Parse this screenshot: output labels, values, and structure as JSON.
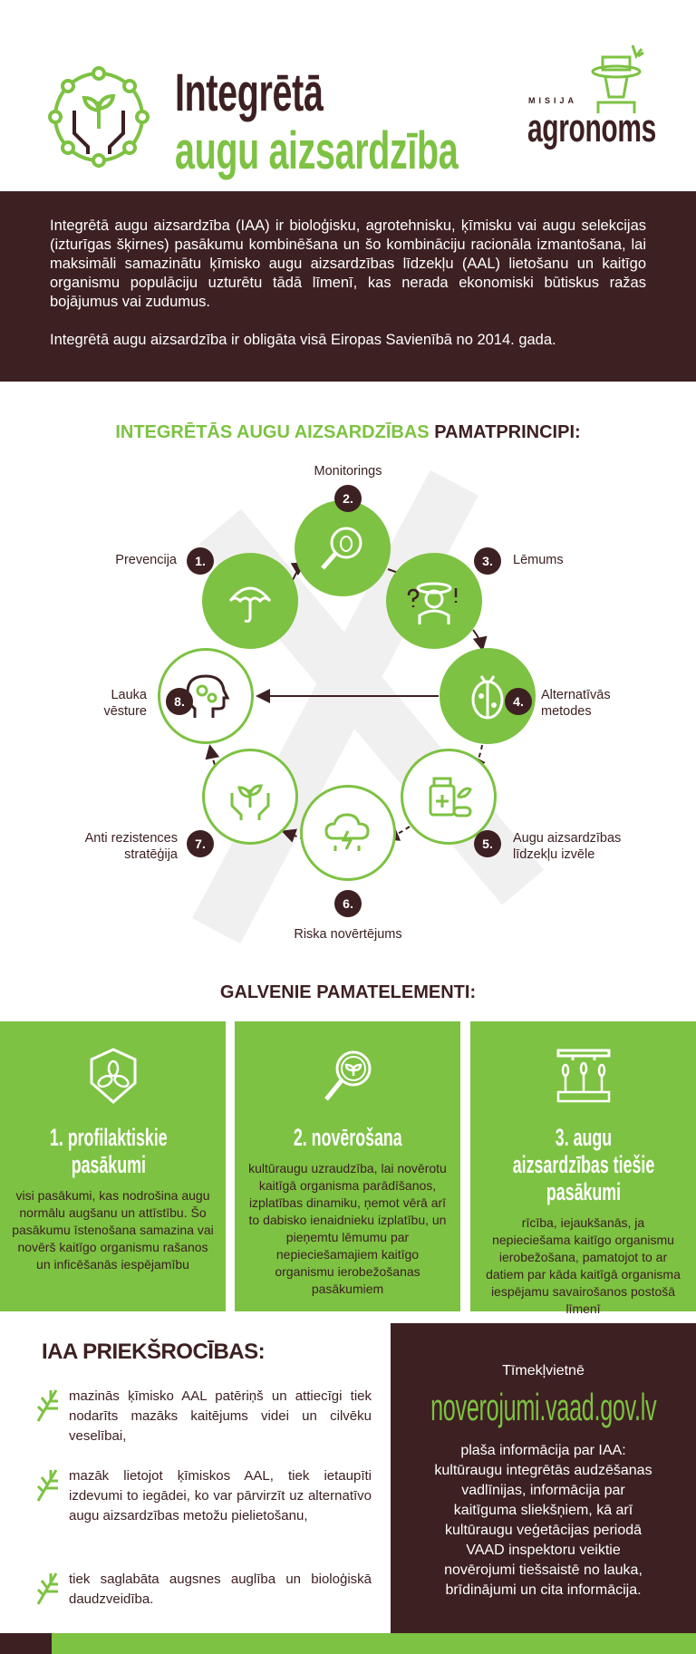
{
  "header": {
    "title_line1": "Integrētā",
    "title_line2": "augu aizsardzība",
    "logo_small": "MISIJA",
    "logo_big": "agronoms"
  },
  "intro": {
    "p1": "Integrētā augu aizsardzība (IAA) ir bioloģisku, agrotehnisku, ķīmisku vai augu selekcijas (izturīgas šķirnes) pasākumu kombinēšana un šo kombināciju racionāla izmantošana, lai maksimāli samazinātu ķīmisko augu aizsardzības līdzekļu (AAL) lietošanu un kaitīgo organismu populāciju uzturētu tādā līmenī, kas nerada ekonomiski būtiskus ražas bojājumus vai zudumus.",
    "p2": "Integrētā augu aizsardzība ir obligāta visā Eiropas Savienībā no 2014. gada."
  },
  "principles": {
    "title_green": "INTEGRĒTĀS AUGU AIZSARDZĪBAS",
    "title_dark": "PAMATPRINCIPI:",
    "items": [
      {
        "num": "1.",
        "label": "Prevencija",
        "icon": "umbrella-icon"
      },
      {
        "num": "2.",
        "label": "Monitorings",
        "icon": "magnifier-bug-icon"
      },
      {
        "num": "3.",
        "label": "Lēmums",
        "icon": "farmer-icon"
      },
      {
        "num": "4.",
        "label": "Alternatīvās metodes",
        "icon": "ladybug-icon"
      },
      {
        "num": "5.",
        "label": "Augu aizsardzības līdzekļu izvēle",
        "icon": "medicine-icon"
      },
      {
        "num": "6.",
        "label": "Riska novērtējums",
        "icon": "storm-cloud-icon"
      },
      {
        "num": "7.",
        "label": "Anti rezistences stratēģija",
        "icon": "hands-plant-icon"
      },
      {
        "num": "8.",
        "label": "Lauka vēsture",
        "icon": "head-gears-icon"
      }
    ]
  },
  "elements": {
    "title": "GALVENIE PAMATELEMENTI:",
    "items": [
      {
        "title": "1. profilaktiskie pasākumi",
        "text": "visi pasākumi, kas nodrošina augu normālu augšanu un attīstību. Šo pasākumu īstenošana samazina vai novērš kaitīgo organismu rašanos un inficēšanās iespējamību",
        "icon": "shield-leaves-icon"
      },
      {
        "title": "2. novērošana",
        "text": "kultūraugu uzraudzība, lai novērotu kaitīgā organisma parādīšanos, izplatības dinamiku, ņemot vērā arī to dabisko ienaidnieku izplatību, un pieņemtu lēmumu par nepieciešamajiem kaitīgo organismu ierobežošanas pasākumiem",
        "icon": "magnifier-leaf-icon"
      },
      {
        "title": "3. augu aizsardzības tiešie pasākumi",
        "text": "rīcība, iejaukšanās, ja nepieciešama kaitīgo organismu ierobežošana, pamatojot to ar datiem par kāda kaitīgā organisma iespējamu savairošanos postošā līmenī",
        "icon": "sprinkler-plants-icon"
      }
    ]
  },
  "advantages": {
    "title": "IAA PRIEKŠROCĪBAS:",
    "items": [
      "mazinās ķīmisko AAL patēriņš un attiecīgi tiek nodarīts mazāks kaitējums videi un cilvēku veselībai,",
      "mazāk lietojot ķīmiskos AAL, tiek ietaupīti izdevumi to iegādei, ko var pārvirzīt uz alternatīvo augu aizsardzības metožu pielietošanu,",
      "tiek saglabāta augsnes auglība un bioloģiskā daudzveidība."
    ]
  },
  "website": {
    "label": "Tīmekļvietnē",
    "url": "noverojumi.vaad.gov.lv",
    "text": "plaša informācija par IAA: kultūraugu integrētās audzēšanas vadlīnijas, informācija par kaitīguma sliekšņiem, kā arī kultūraugu veģetācijas periodā VAAD inspektoru veiktie novērojumi tiešsaistē no lauka, brīdinājumi un cita  informācija."
  },
  "colors": {
    "brown": "#3d2022",
    "green": "#7dc242"
  }
}
